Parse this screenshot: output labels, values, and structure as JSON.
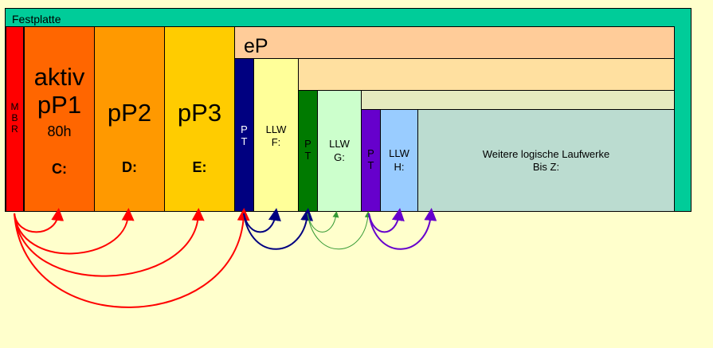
{
  "disk": {
    "label": "Festplatte",
    "color": "#00cc99"
  },
  "mbr": {
    "letters": [
      "M",
      "B",
      "R"
    ],
    "color": "#ff0000"
  },
  "primary": [
    {
      "line1": "aktiv",
      "line2": "pP1",
      "line3": "80h",
      "drive": "C:",
      "color": "#ff6600"
    },
    {
      "line1": "pP2",
      "drive": "D:",
      "color": "#ff9900"
    },
    {
      "line1": "pP3",
      "drive": "E:",
      "color": "#ffcc00"
    }
  ],
  "extended": {
    "label": "eP",
    "colors": [
      "#ffcc99",
      "#ffe0a0",
      "#e6ebbf"
    ],
    "logical": [
      {
        "pt": [
          "P",
          "T"
        ],
        "pt_color": "#000080",
        "pt_text_color": "#ffffff",
        "llw": "LLW",
        "drive": "F:",
        "llw_color": "#ffff99"
      },
      {
        "pt": [
          "P",
          "T"
        ],
        "pt_color": "#007a00",
        "pt_text_color": "#000000",
        "llw": "LLW",
        "drive": "G:",
        "llw_color": "#ccffcc"
      },
      {
        "pt": [
          "P",
          "T"
        ],
        "pt_color": "#6600cc",
        "pt_text_color": "#000000",
        "llw": "LLW",
        "drive": "H:",
        "llw_color": "#99ccff"
      }
    ],
    "more": {
      "line1": "Weitere logische Laufwerke",
      "line2": "Bis Z:",
      "color": "#bbdcd0"
    }
  },
  "arrow_colors": {
    "mbr": "#ff0000",
    "F": "#000080",
    "G": "#339933",
    "H": "#6600cc"
  }
}
